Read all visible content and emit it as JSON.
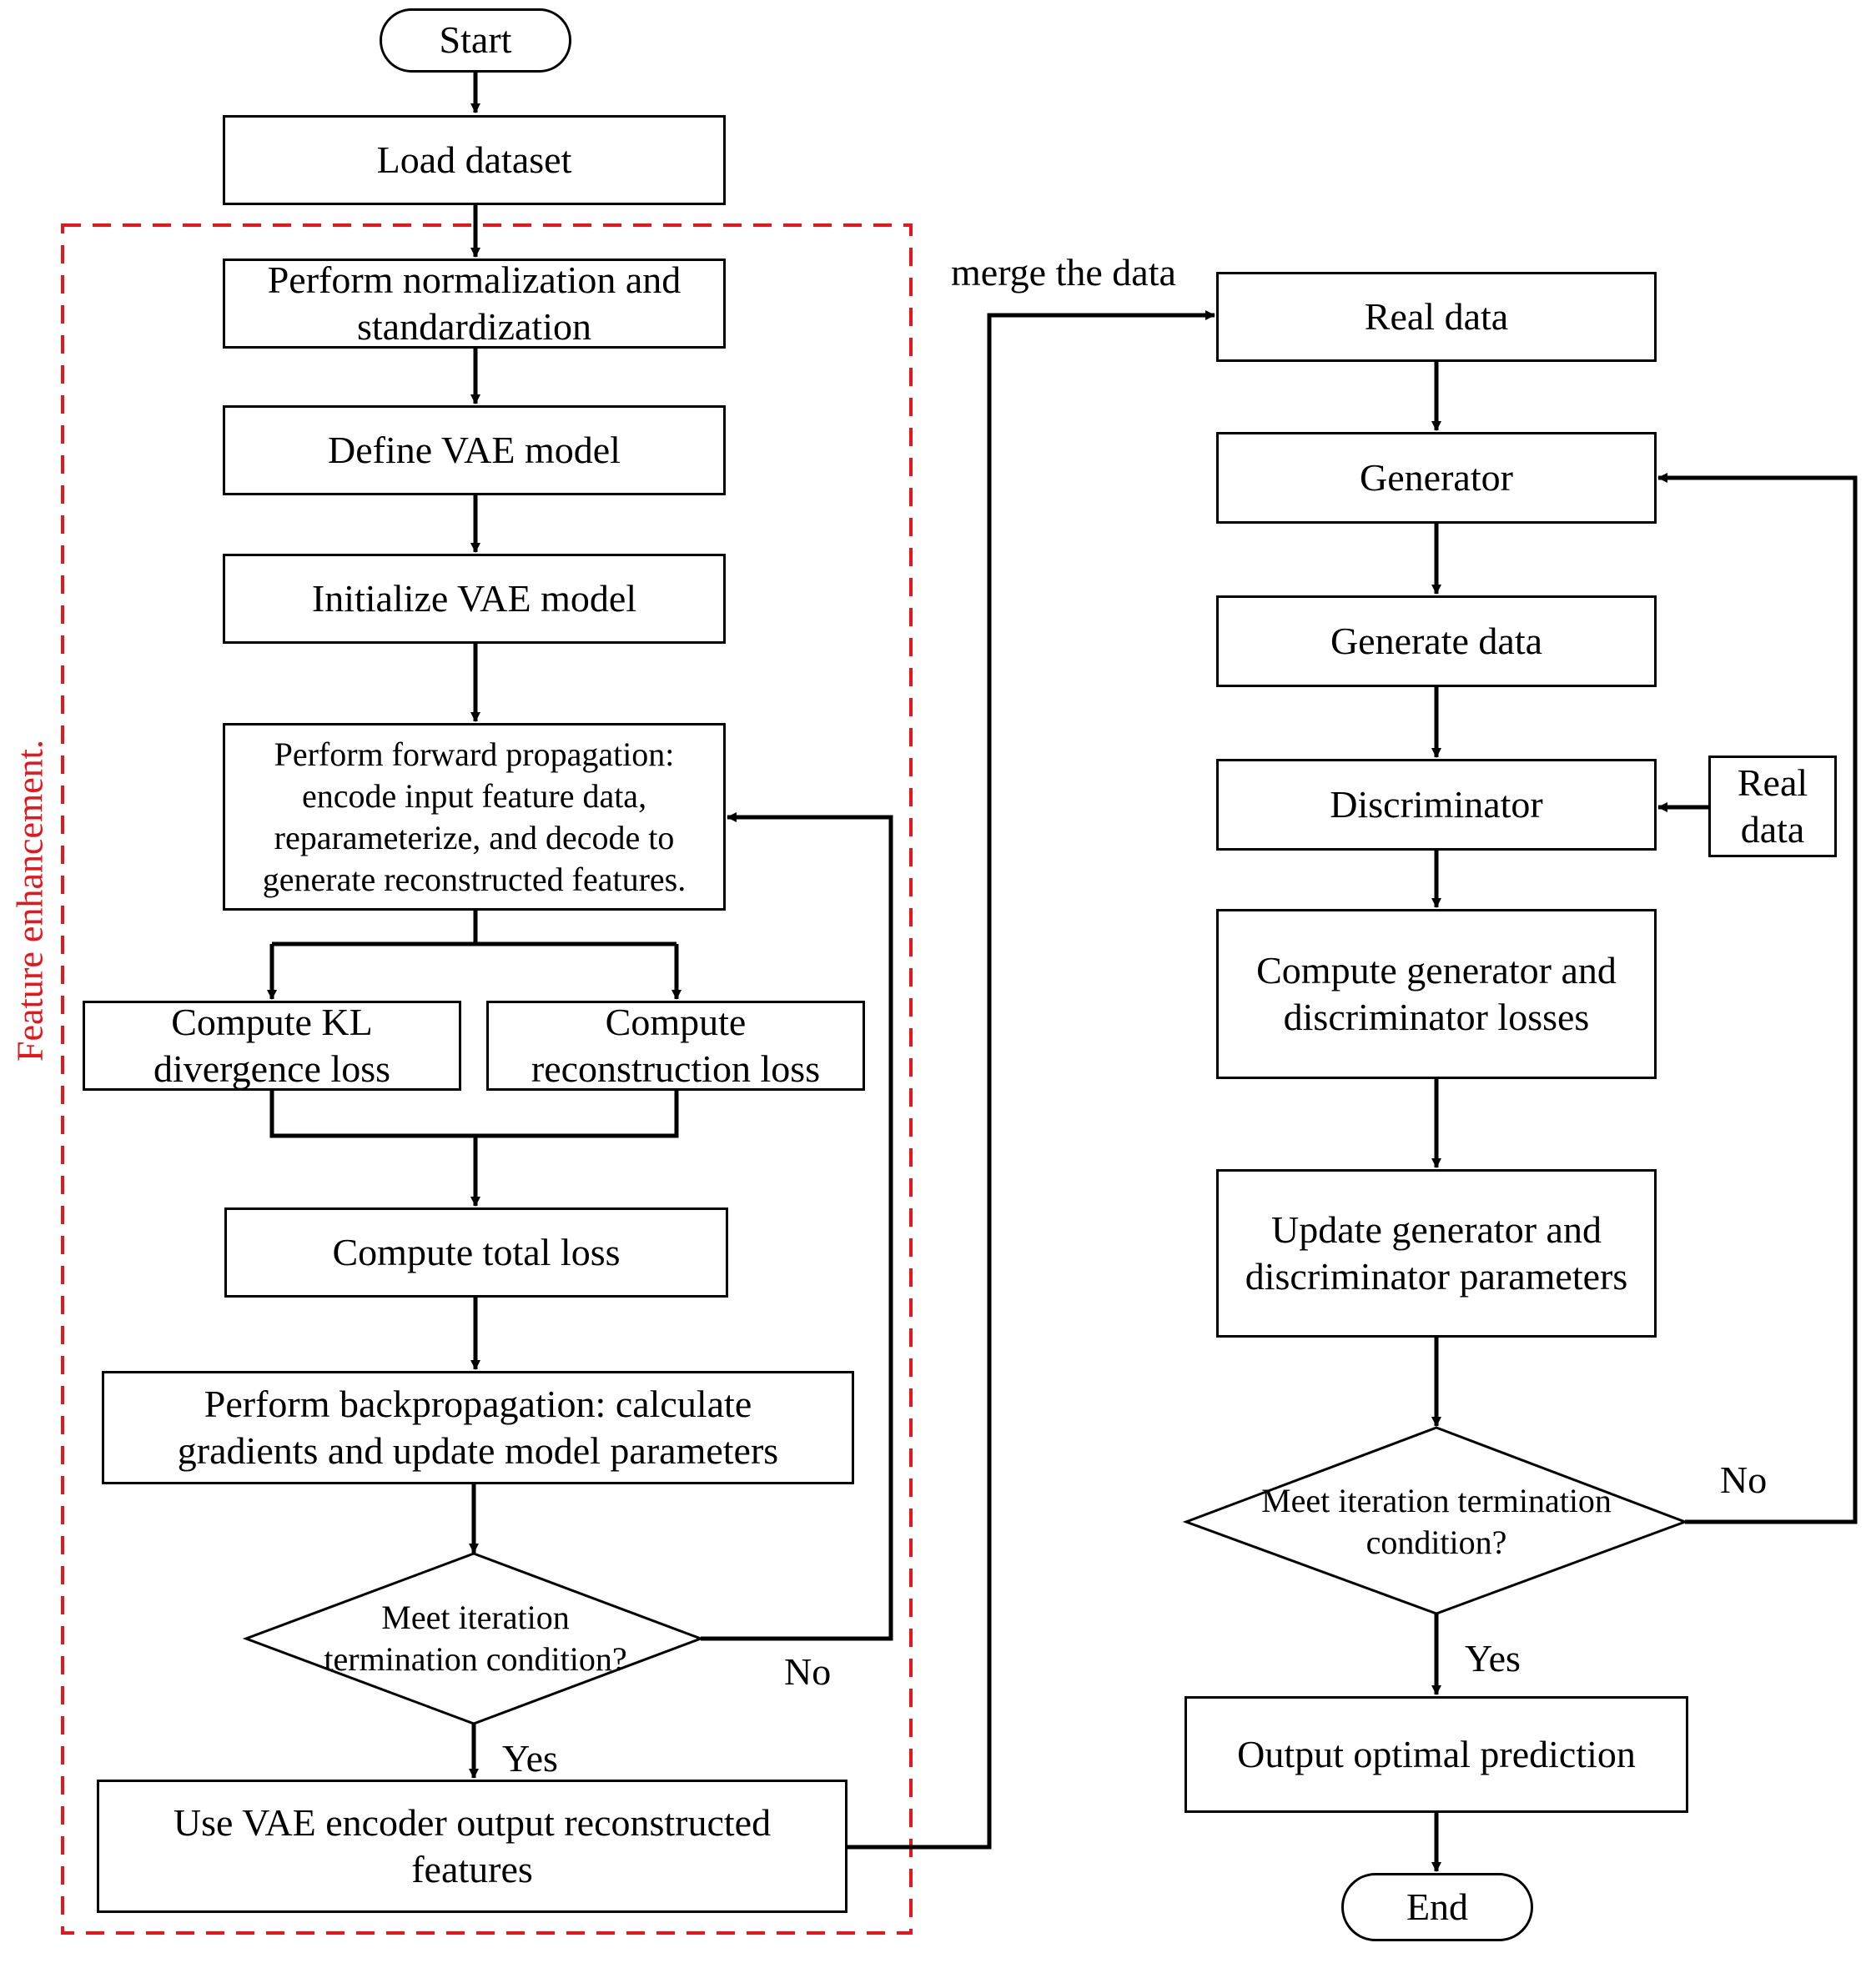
{
  "colors": {
    "stroke": "#000000",
    "group_border": "#e8161b",
    "group_label": "#e8161b"
  },
  "group": {
    "label": "Feature enhancement."
  },
  "vae": {
    "start": "Start",
    "load": "Load dataset",
    "normalize": "Perform normalization and standardization",
    "define": "Define VAE model",
    "init": "Initialize VAE model",
    "forward": "Perform forward propagation: encode input feature data, reparameterize, and decode to generate reconstructed features.",
    "kl_loss": "Compute KL divergence loss",
    "recon_loss": "Compute reconstruction loss",
    "total_loss": "Compute total loss",
    "backprop": "Perform backpropagation: calculate gradients and update model parameters",
    "condition": "Meet iteration termination condition?",
    "yes": "Yes",
    "no": "No",
    "use_encoder": "Use VAE encoder output reconstructed features"
  },
  "gan": {
    "merge": "merge the data",
    "real_data": "Real data",
    "generator": "Generator",
    "generate": "Generate data",
    "discriminator": "Discriminator",
    "real_data_side": "Real data",
    "losses": "Compute generator and discriminator losses",
    "update": "Update generator and discriminator parameters",
    "condition": "Meet iteration termination condition?",
    "no": "No",
    "yes": "Yes",
    "output": "Output optimal prediction",
    "end": "End"
  }
}
